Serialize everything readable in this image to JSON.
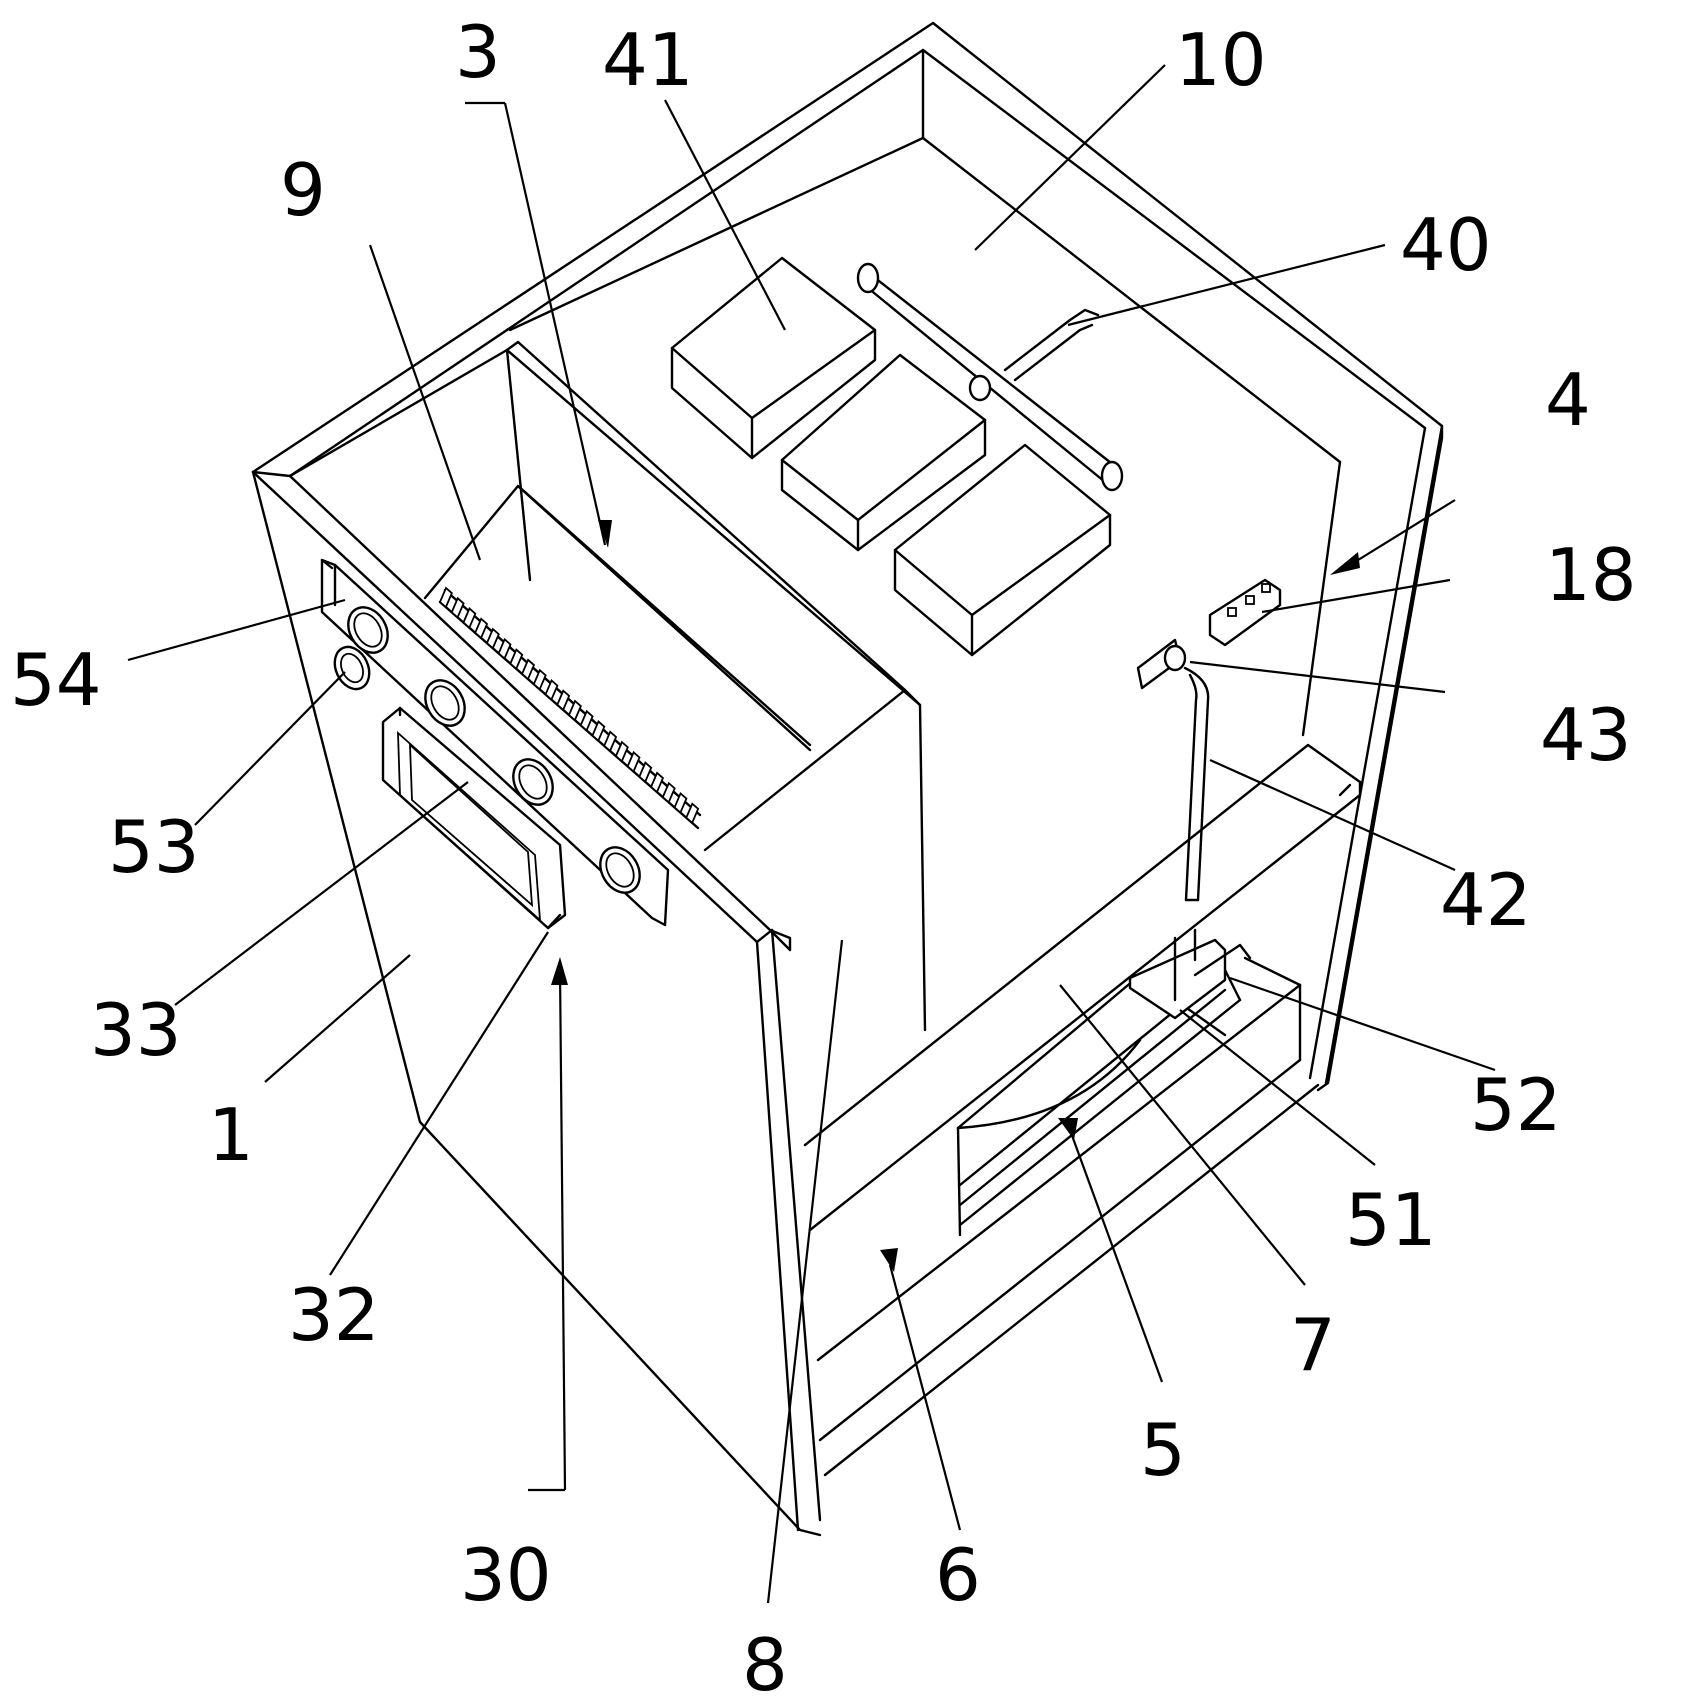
{
  "labels": {
    "l1": "1",
    "l3": "3",
    "l4": "4",
    "l5": "5",
    "l6": "6",
    "l7": "7",
    "l8": "8",
    "l9": "9",
    "l10": "10",
    "l18": "18",
    "l30": "30",
    "l32": "32",
    "l33": "33",
    "l40": "40",
    "l41": "41",
    "l42": "42",
    "l43": "43",
    "l51": "51",
    "l52": "52",
    "l53": "53",
    "l54": "54"
  }
}
